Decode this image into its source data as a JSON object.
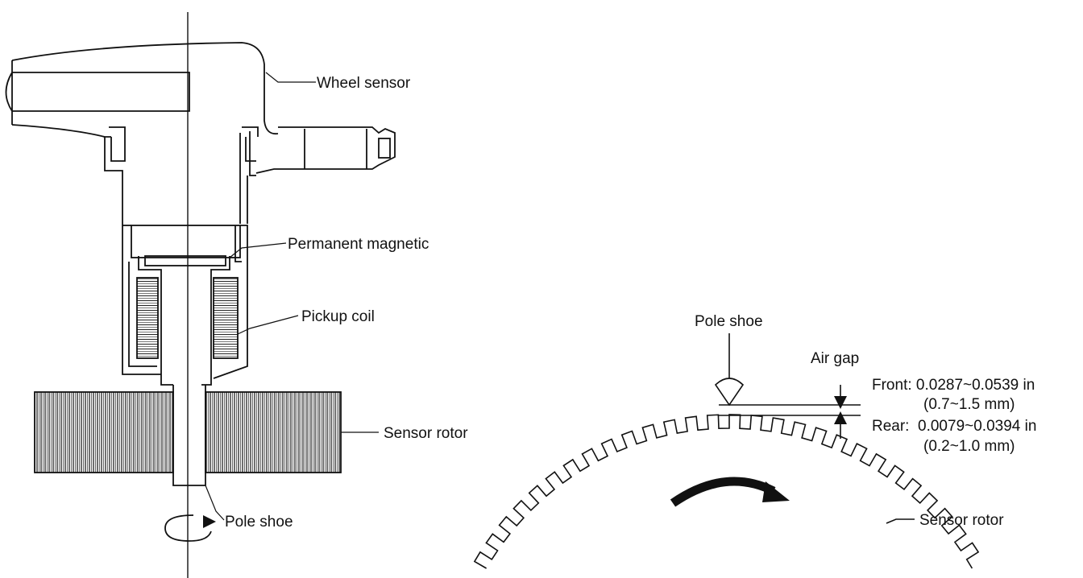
{
  "left_labels": {
    "wheel_sensor": "Wheel sensor",
    "permanent_magnetic": "Permanent magnetic",
    "pickup_coil": "Pickup coil",
    "sensor_rotor": "Sensor rotor",
    "pole_shoe": "Pole shoe"
  },
  "right_labels": {
    "pole_shoe": "Pole shoe",
    "air_gap": "Air gap",
    "front": "Front: 0.0287~0.0539 in",
    "front_mm": "(0.7~1.5 mm)",
    "rear": "Rear:  0.0079~0.0394 in",
    "rear_mm": "(0.2~1.0 mm)",
    "sensor_rotor": "Sensor rotor"
  }
}
